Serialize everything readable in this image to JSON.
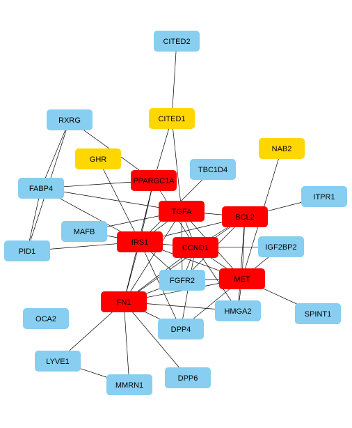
{
  "colors": {
    "red": "#ff0000",
    "blue": "#87cef0",
    "yellow": "#ffd700",
    "edge": "#000000",
    "background": "#ffffff"
  },
  "nodes": [
    {
      "id": "CITED2",
      "label": "CITED2",
      "color": "blue"
    },
    {
      "id": "CITED1",
      "label": "CITED1",
      "color": "yellow"
    },
    {
      "id": "RXRG",
      "label": "RXRG",
      "color": "blue"
    },
    {
      "id": "GHR",
      "label": "GHR",
      "color": "yellow"
    },
    {
      "id": "NAB2",
      "label": "NAB2",
      "color": "yellow"
    },
    {
      "id": "PPARGC1A",
      "label": "PPARGC1A",
      "color": "red"
    },
    {
      "id": "TBC1D4",
      "label": "TBC1D4",
      "color": "blue"
    },
    {
      "id": "FABP4",
      "label": "FABP4",
      "color": "blue"
    },
    {
      "id": "ITPR1",
      "label": "ITPR1",
      "color": "blue"
    },
    {
      "id": "TGFA",
      "label": "TGFA",
      "color": "red"
    },
    {
      "id": "BCL2",
      "label": "BCL2",
      "color": "red"
    },
    {
      "id": "MAFB",
      "label": "MAFB",
      "color": "blue"
    },
    {
      "id": "IRS1",
      "label": "IRS1",
      "color": "red"
    },
    {
      "id": "CCND1",
      "label": "CCND1",
      "color": "red"
    },
    {
      "id": "IGF2BP2",
      "label": "IGF2BP2",
      "color": "blue"
    },
    {
      "id": "PID1",
      "label": "PID1",
      "color": "blue"
    },
    {
      "id": "FGFR2",
      "label": "FGFR2",
      "color": "blue"
    },
    {
      "id": "MET",
      "label": "MET",
      "color": "red"
    },
    {
      "id": "FN1",
      "label": "FN1",
      "color": "red"
    },
    {
      "id": "HMGA2",
      "label": "HMGA2",
      "color": "blue"
    },
    {
      "id": "SPINT1",
      "label": "SPINT1",
      "color": "blue"
    },
    {
      "id": "OCA2",
      "label": "OCA2",
      "color": "blue"
    },
    {
      "id": "DPP4",
      "label": "DPP4",
      "color": "blue"
    },
    {
      "id": "LYVE1",
      "label": "LYVE1",
      "color": "blue"
    },
    {
      "id": "DPP6",
      "label": "DPP6",
      "color": "blue"
    },
    {
      "id": "MMRN1",
      "label": "MMRN1",
      "color": "blue"
    }
  ],
  "edges": [
    [
      "CITED2",
      "CITED1"
    ],
    [
      "CITED1",
      "PPARGC1A"
    ],
    [
      "CITED1",
      "TGFA"
    ],
    [
      "RXRG",
      "PPARGC1A"
    ],
    [
      "RXRG",
      "FABP4"
    ],
    [
      "RXRG",
      "PID1"
    ],
    [
      "GHR",
      "IRS1"
    ],
    [
      "NAB2",
      "MET"
    ],
    [
      "FABP4",
      "PPARGC1A"
    ],
    [
      "FABP4",
      "TGFA"
    ],
    [
      "FABP4",
      "PID1"
    ],
    [
      "FABP4",
      "IRS1"
    ],
    [
      "PPARGC1A",
      "IRS1"
    ],
    [
      "PPARGC1A",
      "FN1"
    ],
    [
      "PPARGC1A",
      "CCND1"
    ],
    [
      "TBC1D4",
      "IRS1"
    ],
    [
      "TGFA",
      "BCL2"
    ],
    [
      "TGFA",
      "IRS1"
    ],
    [
      "TGFA",
      "CCND1"
    ],
    [
      "TGFA",
      "MET"
    ],
    [
      "TGFA",
      "FGFR2"
    ],
    [
      "TGFA",
      "FN1"
    ],
    [
      "TGFA",
      "MAFB"
    ],
    [
      "BCL2",
      "ITPR1"
    ],
    [
      "BCL2",
      "CCND1"
    ],
    [
      "BCL2",
      "IRS1"
    ],
    [
      "BCL2",
      "MET"
    ],
    [
      "BCL2",
      "FN1"
    ],
    [
      "BCL2",
      "HMGA2"
    ],
    [
      "BCL2",
      "FGFR2"
    ],
    [
      "MAFB",
      "IRS1"
    ],
    [
      "PID1",
      "IRS1"
    ],
    [
      "IRS1",
      "CCND1"
    ],
    [
      "IRS1",
      "FN1"
    ],
    [
      "IRS1",
      "FGFR2"
    ],
    [
      "IRS1",
      "MET"
    ],
    [
      "IRS1",
      "DPP4"
    ],
    [
      "CCND1",
      "IGF2BP2"
    ],
    [
      "CCND1",
      "MET"
    ],
    [
      "CCND1",
      "FN1"
    ],
    [
      "CCND1",
      "FGFR2"
    ],
    [
      "CCND1",
      "HMGA2"
    ],
    [
      "CCND1",
      "DPP4"
    ],
    [
      "IGF2BP2",
      "MET"
    ],
    [
      "FGFR2",
      "FN1"
    ],
    [
      "FGFR2",
      "MET"
    ],
    [
      "MET",
      "FN1"
    ],
    [
      "MET",
      "HMGA2"
    ],
    [
      "MET",
      "SPINT1"
    ],
    [
      "MET",
      "DPP4"
    ],
    [
      "FN1",
      "HMGA2"
    ],
    [
      "FN1",
      "DPP4"
    ],
    [
      "FN1",
      "LYVE1"
    ],
    [
      "FN1",
      "MMRN1"
    ],
    [
      "FN1",
      "DPP6"
    ],
    [
      "LYVE1",
      "MMRN1"
    ]
  ]
}
